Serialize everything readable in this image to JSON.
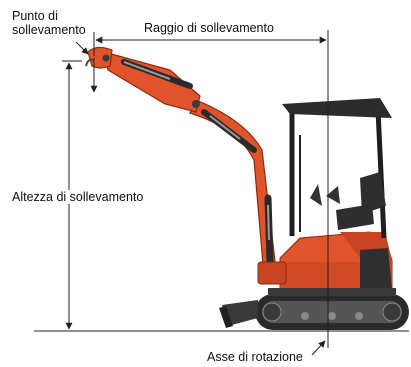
{
  "labels": {
    "lifting_point_line1": "Punto di",
    "lifting_point_line2": "sollevamento",
    "lifting_radius": "Raggio di sollevamento",
    "lifting_height": "Altezza di sollevamento",
    "rotation_axis": "Asse di rotazione"
  },
  "colors": {
    "machine_orange": "#e0532b",
    "machine_orange_dark": "#b83c1d",
    "dimension_line": "#222222",
    "track": "#2b2b2b"
  }
}
